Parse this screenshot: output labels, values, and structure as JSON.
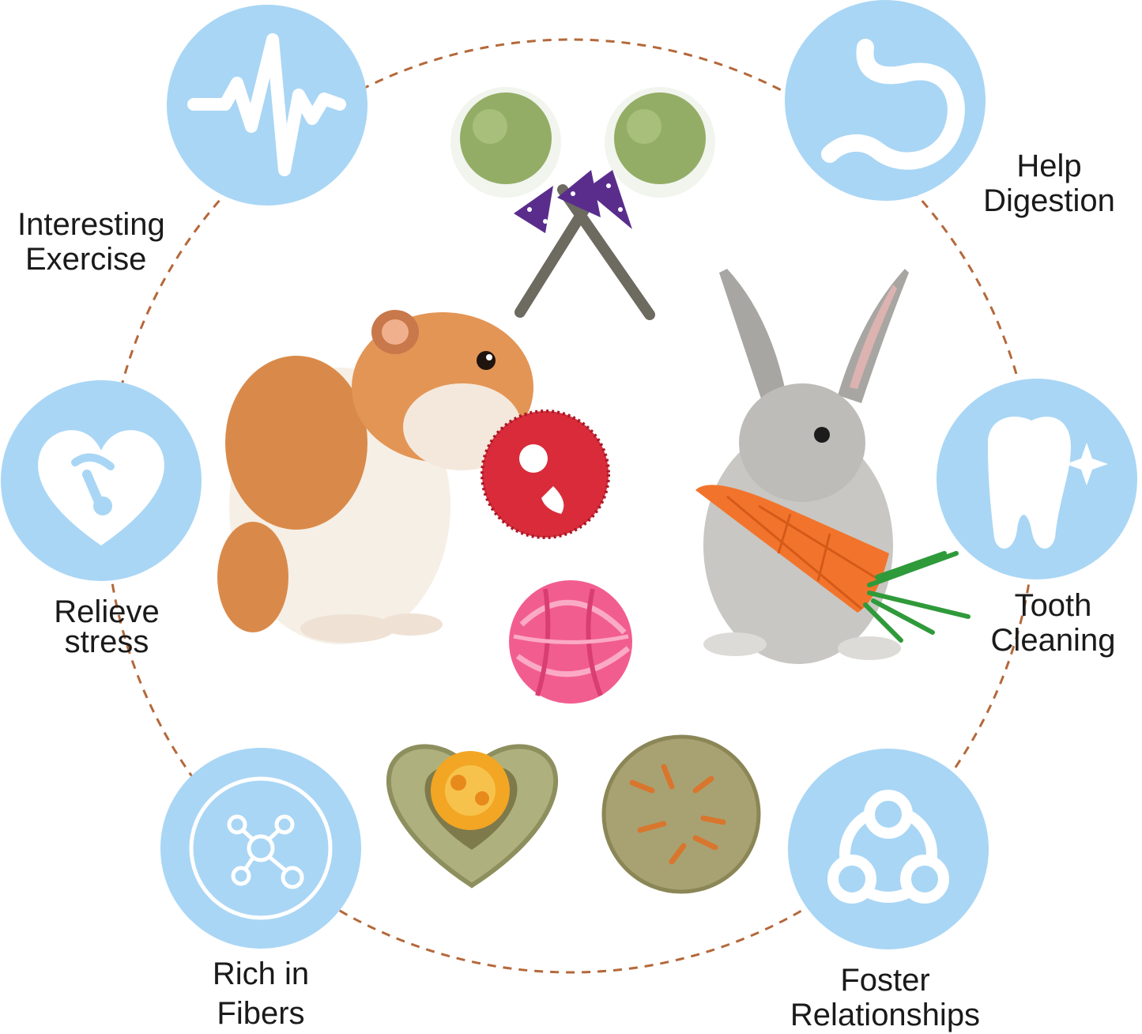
{
  "features": [
    {
      "id": "interesting-exercise",
      "icon": "heartbeat-icon",
      "lines": [
        "Interesting",
        "Exercise"
      ]
    },
    {
      "id": "help-digestion",
      "icon": "stomach-icon",
      "lines": [
        "Help",
        "Digestion"
      ]
    },
    {
      "id": "relieve-stress",
      "icon": "heart-meter-icon",
      "lines": [
        "Relieve",
        "stress"
      ]
    },
    {
      "id": "tooth-cleaning",
      "icon": "sparkling-tooth-icon",
      "lines": [
        "Tooth",
        "Cleaning"
      ]
    },
    {
      "id": "rich-in-fibers",
      "icon": "molecule-icon",
      "lines": [
        "Rich in",
        "Fibers"
      ]
    },
    {
      "id": "foster-relationships",
      "icon": "connected-people-icon",
      "lines": [
        "Foster",
        "Relationships"
      ]
    }
  ],
  "colors": {
    "icon_circle": "#a9d6f5",
    "icon_glyph": "#ffffff",
    "dashed_ring": "#b4683a",
    "label_text": "#1a1a1a"
  }
}
